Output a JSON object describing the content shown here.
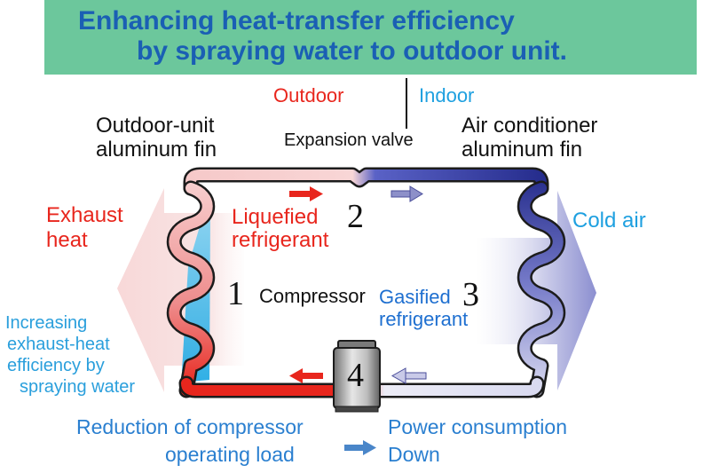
{
  "title": {
    "line1": "Enhancing heat-transfer efficiency",
    "line2": "by spraying water to outdoor unit."
  },
  "labels": {
    "outdoor": "Outdoor",
    "indoor": "Indoor",
    "outdoor_fin": [
      "Outdoor-unit",
      "aluminum fin"
    ],
    "expansion_valve": "Expansion valve",
    "ac_fin": [
      "Air conditioner",
      "aluminum fin"
    ],
    "exhaust_heat": [
      "Exhaust",
      "heat"
    ],
    "liquefied": [
      "Liquefied",
      "refrigerant"
    ],
    "cold_air": "Cold air",
    "compressor": "Compressor",
    "gasified": [
      "Gasified",
      "refrigerant"
    ],
    "spraying": [
      "Increasing",
      "exhaust-heat",
      "efficiency by",
      "spraying water"
    ],
    "reduction": [
      "Reduction of compressor",
      "operating load"
    ],
    "power": [
      "Power consumption",
      "Down"
    ]
  },
  "numbers": [
    "1",
    "2",
    "3",
    "4"
  ],
  "colors": {
    "banner": "#6cc79c",
    "title": "#1a5fb4",
    "hot": "#e8261d",
    "cold": "#2a2f8f",
    "water": "#35b6e8"
  }
}
